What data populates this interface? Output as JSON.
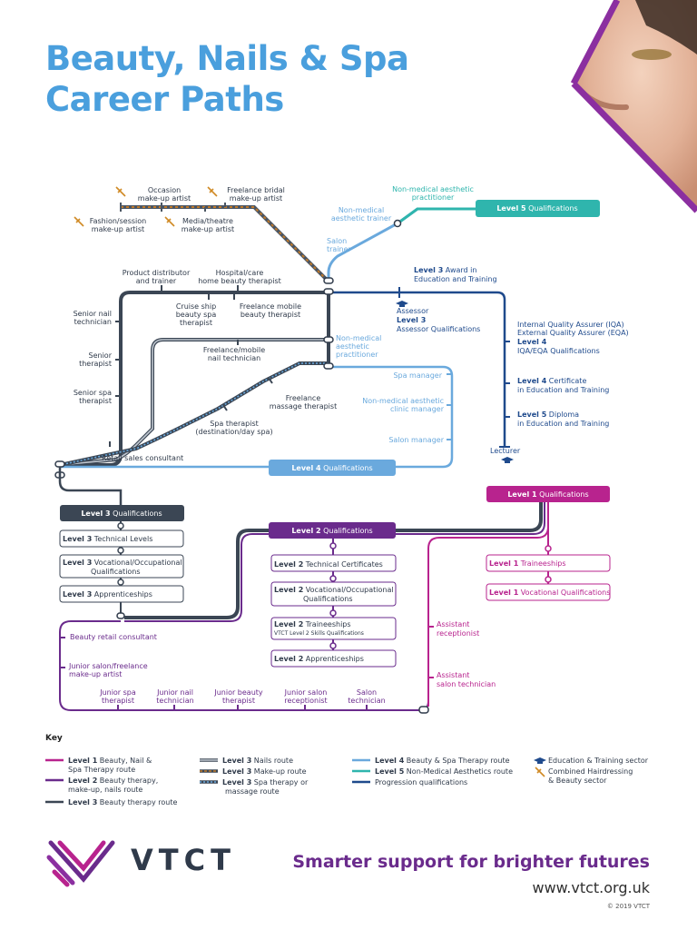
{
  "header": {
    "title_line1": "Beauty, Nails & Spa",
    "title_line2": "Career Paths"
  },
  "colors": {
    "title": "#4a9fdd",
    "l1": "#b8238e",
    "l2": "#6a2b8c",
    "l3": "#3b4654",
    "l4": "#6aa9dd",
    "l5": "#2fb5ad",
    "progression": "#1f4a8c",
    "nails": "#9aa5b2",
    "makeup": "#c07a2a",
    "brand": "#2f3a4a"
  },
  "makeup": {
    "occasion": [
      "Occasion",
      "make-up artist"
    ],
    "bridal": [
      "Freelance bridal",
      "make-up artist"
    ],
    "fashion": [
      "Fashion/session",
      "make-up artist"
    ],
    "media": [
      "Media/theatre",
      "make-up artist"
    ]
  },
  "nonmed": {
    "practitioner": [
      "Non-medical aesthetic",
      "practitioner"
    ],
    "trainer": [
      "Non-medical",
      "aesthetic trainer"
    ],
    "salon_trainer": [
      "Salon",
      "trainer"
    ],
    "level5_badge": {
      "bold": "Level 5",
      "rest": " Qualifications"
    }
  },
  "progression": {
    "award": {
      "bold": "Level 3",
      "rest": " Award in",
      "line2": "Education and Training"
    },
    "assessor": {
      "line1": "Assessor",
      "bold": "Level 3",
      "line3": "Assessor Qualifications"
    },
    "iqa": [
      "Internal Quality Assurer (IQA)",
      "External Quality Assurer (EQA)"
    ],
    "iqa_level": {
      "bold": "Level 4",
      "line2": "IQA/EQA Qualifications"
    },
    "cert": {
      "bold": "Level 4",
      "rest": " Certificate",
      "line2": "in Education and Training"
    },
    "diploma": {
      "bold": "Level 5",
      "rest": " Diploma",
      "line2": "in Education and Training"
    },
    "lecturer": "Lecturer"
  },
  "l3route": {
    "distributor": [
      "Product distributor",
      "and trainer"
    ],
    "hospital": [
      "Hospital/care",
      "home beauty therapist"
    ],
    "cruise": [
      "Cruise ship",
      "beauty spa",
      "therapist"
    ],
    "mobile_beauty": [
      "Freelance mobile",
      "beauty therapist"
    ],
    "senior_nail": [
      "Senior nail",
      "technician"
    ],
    "senior_therapist": [
      "Senior",
      "therapist"
    ],
    "senior_spa": [
      "Senior spa",
      "therapist"
    ],
    "mobile_nail": [
      "Freelance/mobile",
      "nail technician"
    ],
    "nonmed_practitioner": [
      "Non-medical",
      "aesthetic",
      "practitioner"
    ],
    "massage": [
      "Freelance",
      "massage therapist"
    ],
    "spa_therapist": [
      "Spa therapist",
      "(destination/day spa)"
    ],
    "retail": "Retail sales consultant"
  },
  "l4route": {
    "spa_manager": "Spa manager",
    "clinic_manager": [
      "Non-medical aesthetic",
      "clinic manager"
    ],
    "salon_manager": "Salon manager",
    "badge": {
      "bold": "Level 4",
      "rest": " Qualifications"
    }
  },
  "l3quals": {
    "badge": {
      "bold": "Level 3",
      "rest": " Qualifications"
    },
    "items": [
      {
        "bold": "Level 3",
        "rest": " Technical Levels",
        "line2": ""
      },
      {
        "bold": "Level 3",
        "rest": " Vocational/Occupational",
        "line2": "Qualifications"
      },
      {
        "bold": "Level 3",
        "rest": " Apprenticeships",
        "line2": ""
      }
    ]
  },
  "l2quals": {
    "badge": {
      "bold": "Level 2",
      "rest": " Qualifications"
    },
    "items": [
      {
        "bold": "Level 2",
        "rest": " Technical Certificates",
        "line2": ""
      },
      {
        "bold": "Level 2",
        "rest": " Vocational/Occupational",
        "line2": "Qualifications"
      },
      {
        "bold": "Level 2",
        "rest": " Traineeships",
        "line2": "VTCT Level 2 Skills Qualifications"
      },
      {
        "bold": "Level 2",
        "rest": " Apprenticeships",
        "line2": ""
      }
    ]
  },
  "l1quals": {
    "badge": {
      "bold": "Level 1",
      "rest": " Qualifications"
    },
    "items": [
      {
        "bold": "Level 1",
        "rest": " Traineeships"
      },
      {
        "bold": "Level 1",
        "rest": " Vocational Qualifications"
      }
    ],
    "receptionist": [
      "Assistant",
      "receptionist"
    ],
    "salon_technician": [
      "Assistant",
      "salon technician"
    ]
  },
  "l2route": {
    "retail": "Beauty retail consultant",
    "junior_freelance": [
      "Junior salon/freelance",
      "make-up artist"
    ],
    "bottom": [
      [
        "Junior spa",
        "therapist"
      ],
      [
        "Junior nail",
        "technician"
      ],
      [
        "Junior beauty",
        "therapist"
      ],
      [
        "Junior salon",
        "receptionist"
      ],
      [
        "Salon",
        "technician"
      ]
    ]
  },
  "key": {
    "heading": "Key",
    "col1": [
      {
        "bold": "Level 1",
        "rest": " Beauty, Nail &",
        "line2": "Spa Therapy route"
      },
      {
        "bold": "Level 2",
        "rest": " Beauty therapy,",
        "line2": "make-up, nails route"
      },
      {
        "bold": "Level 3",
        "rest": " Beauty therapy route",
        "line2": ""
      }
    ],
    "col2": [
      {
        "bold": "Level 3",
        "rest": " Nails route",
        "line2": ""
      },
      {
        "bold": "Level 3",
        "rest": " Make-up route",
        "line2": ""
      },
      {
        "bold": "Level 3",
        "rest": " Spa therapy or",
        "line2": "massage route"
      }
    ],
    "col3": [
      {
        "bold": "Level 4",
        "rest": " Beauty & Spa Therapy route"
      },
      {
        "bold": "Level 5",
        "rest": " Non-Medical Aesthetics route"
      },
      {
        "bold": "",
        "rest": "Progression qualifications"
      }
    ],
    "col4": [
      {
        "text": "Education & Training sector",
        "line2": ""
      },
      {
        "text": "Combined Hairdressing",
        "line2": "& Beauty sector"
      }
    ]
  },
  "footer": {
    "brand": "VTCT",
    "tagline": "Smarter support for brighter futures",
    "url": "www.vtct.org.uk",
    "copyright": "© 2019 VTCT"
  }
}
